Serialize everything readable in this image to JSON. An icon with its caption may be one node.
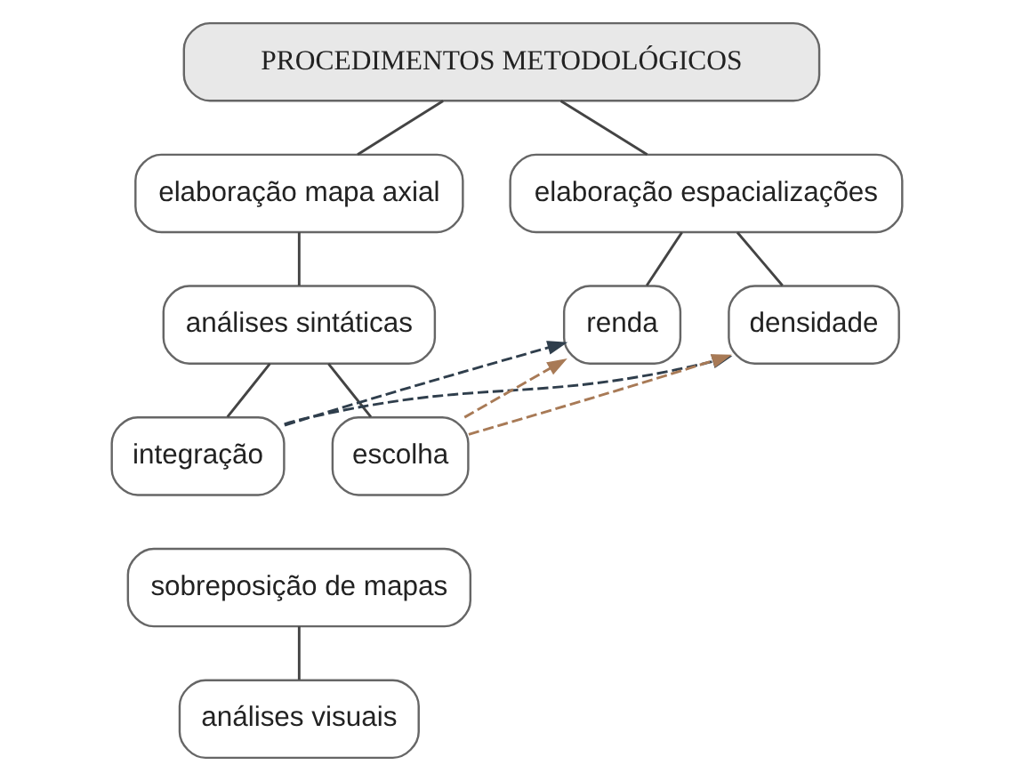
{
  "diagram": {
    "nodes": [
      {
        "text": [
          "PROCEDIMENTOS METODOLÓGICOS"
        ]
      },
      {
        "text": [
          "elaboração mapa axial"
        ]
      },
      {
        "text": [
          "elaboração espacializações"
        ]
      },
      {
        "text": [
          "análises sintáticas"
        ]
      },
      {
        "text": [
          "renda"
        ]
      },
      {
        "text": [
          "densidade"
        ]
      },
      {
        "text": [
          "integração"
        ]
      },
      {
        "text": [
          "escolha"
        ]
      },
      {
        "text": [
          "sobreposição de mapas"
        ]
      },
      {
        "text": [
          "análises visuais"
        ]
      }
    ],
    "edges": [
      {
        "from": 0,
        "to": 1,
        "arrow": "none"
      },
      {
        "from": 0,
        "to": 2,
        "arrow": "none"
      },
      {
        "from": 1,
        "to": 3,
        "arrow": "none"
      },
      {
        "from": 2,
        "to": 4,
        "arrow": "none"
      },
      {
        "from": 2,
        "to": 5,
        "arrow": "none"
      },
      {
        "from": 3,
        "to": 6,
        "arrow": "none"
      },
      {
        "from": 3,
        "to": 7,
        "arrow": "none"
      },
      {
        "from": 7,
        "to": 4,
        "arrow": "to",
        "style": "dashed",
        "color": "#a87a56"
      },
      {
        "from": 7,
        "to": 5,
        "arrow": "to",
        "style": "dashed",
        "color": "#a87a56"
      },
      {
        "from": 6,
        "to": 4,
        "arrow": "to",
        "style": "dashed",
        "color": "#2f3e4c"
      },
      {
        "from": 6,
        "to": 5,
        "arrow": "to",
        "style": "dashed",
        "color": "#2f3e4c"
      },
      {
        "from": 8,
        "to": 9,
        "arrow": "none"
      }
    ]
  }
}
